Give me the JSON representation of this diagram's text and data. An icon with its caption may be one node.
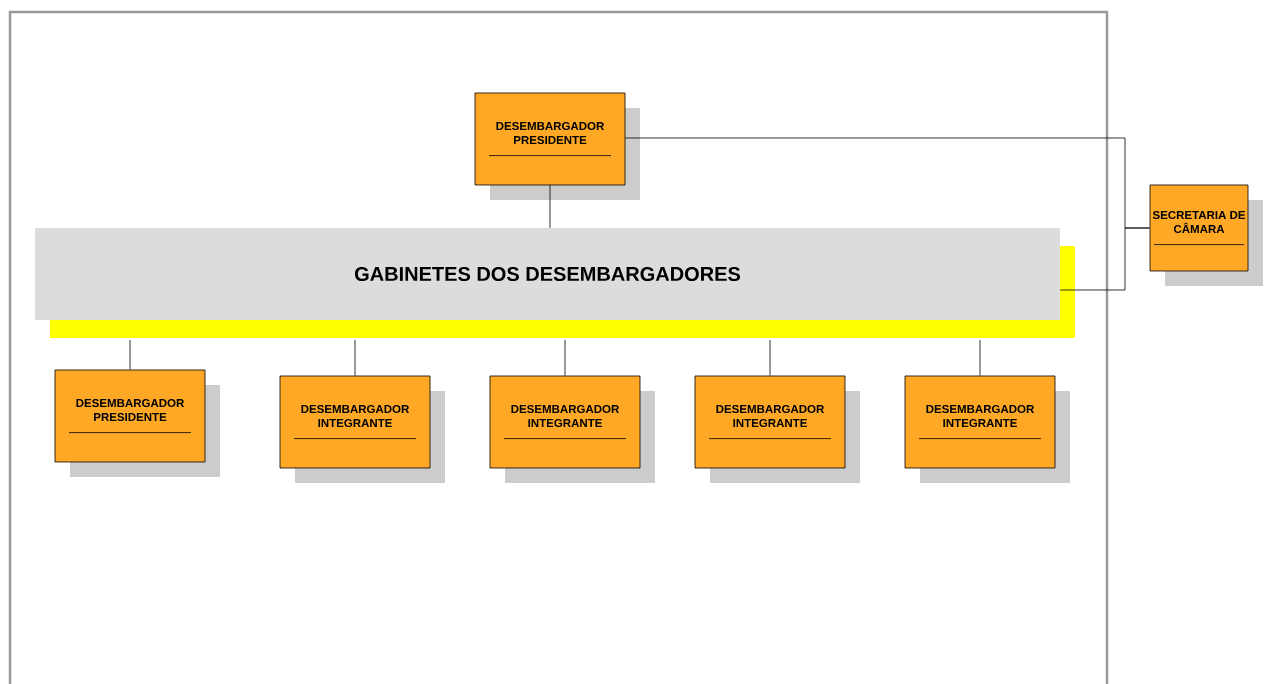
{
  "diagram": {
    "nodes": [
      {
        "text": [
          "DESEMBARGADOR PRESIDENTE"
        ]
      },
      {
        "text": [
          "GABINETES DOS DESEMBARGADORES"
        ]
      },
      {
        "text": [
          "SECRETARIA DE CÂMARA"
        ]
      },
      {
        "text": [
          "DESEMBARGADOR PRESIDENTE"
        ]
      },
      {
        "text": [
          "DESEMBARGADOR INTEGRANTE"
        ]
      },
      {
        "text": [
          "DESEMBARGADOR INTEGRANTE"
        ]
      },
      {
        "text": [
          "DESEMBARGADOR INTEGRANTE"
        ]
      },
      {
        "text": [
          "DESEMBARGADOR INTEGRANTE"
        ]
      }
    ],
    "edges": [
      {
        "from": 0,
        "to": 1,
        "arrow": "none"
      },
      {
        "from": 0,
        "to": 2,
        "arrow": "none"
      },
      {
        "from": 1,
        "to": 2,
        "arrow": "none"
      },
      {
        "from": 1,
        "to": 3,
        "arrow": "none"
      },
      {
        "from": 1,
        "to": 4,
        "arrow": "none"
      },
      {
        "from": 1,
        "to": 5,
        "arrow": "none"
      },
      {
        "from": 1,
        "to": 6,
        "arrow": "none"
      },
      {
        "from": 1,
        "to": 7,
        "arrow": "none"
      }
    ]
  }
}
